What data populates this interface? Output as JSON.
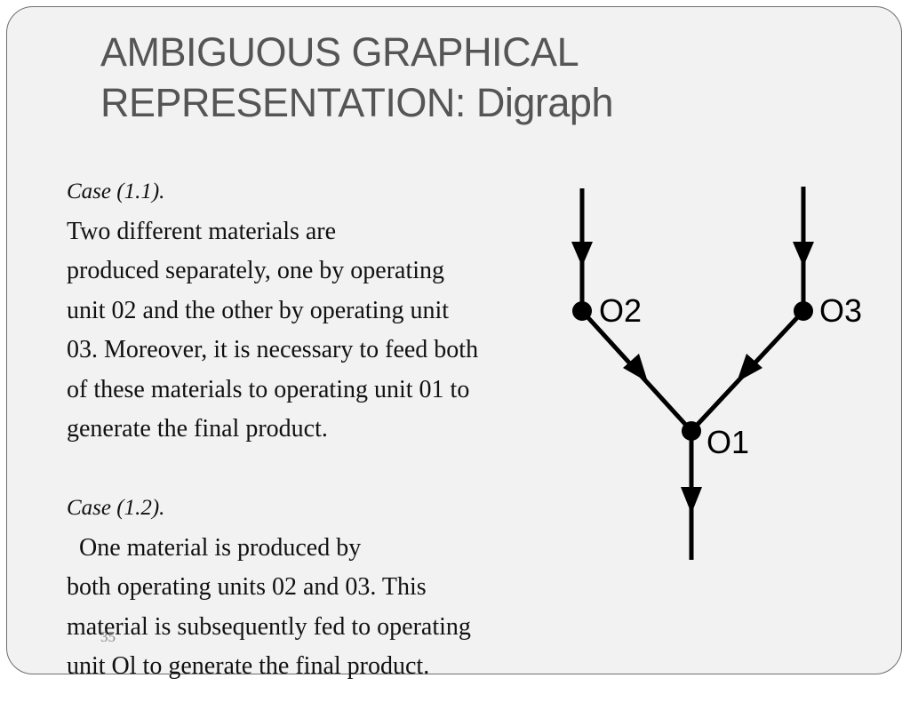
{
  "slide": {
    "title_line1": "AMBIGUOUS GRAPHICAL",
    "title_line2": "REPRESENTATION: Digraph",
    "page_number": "35"
  },
  "case1": {
    "label": "Case (1.1).",
    "lines": [
      " Two different materials are",
      "produced separately, one by operating",
      "unit 02 and the other by operating unit",
      "03. Moreover, it is necessary to feed both",
      "of these materials to operating unit 01 to",
      "generate the final product."
    ]
  },
  "case2": {
    "label": "Case (1.2).",
    "lines": [
      "  One material is produced by",
      "both operating units 02 and 03. This",
      "material is subsequently fed to operating",
      "unit Ol to generate the final product."
    ]
  },
  "digraph": {
    "nodes": [
      {
        "id": "O2",
        "label": "O2"
      },
      {
        "id": "O3",
        "label": "O3"
      },
      {
        "id": "O1",
        "label": "O1"
      }
    ],
    "edges": [
      {
        "from": "input",
        "to": "O2"
      },
      {
        "from": "input",
        "to": "O3"
      },
      {
        "from": "O2",
        "to": "O1"
      },
      {
        "from": "O3",
        "to": "O1"
      },
      {
        "from": "O1",
        "to": "output"
      }
    ]
  }
}
